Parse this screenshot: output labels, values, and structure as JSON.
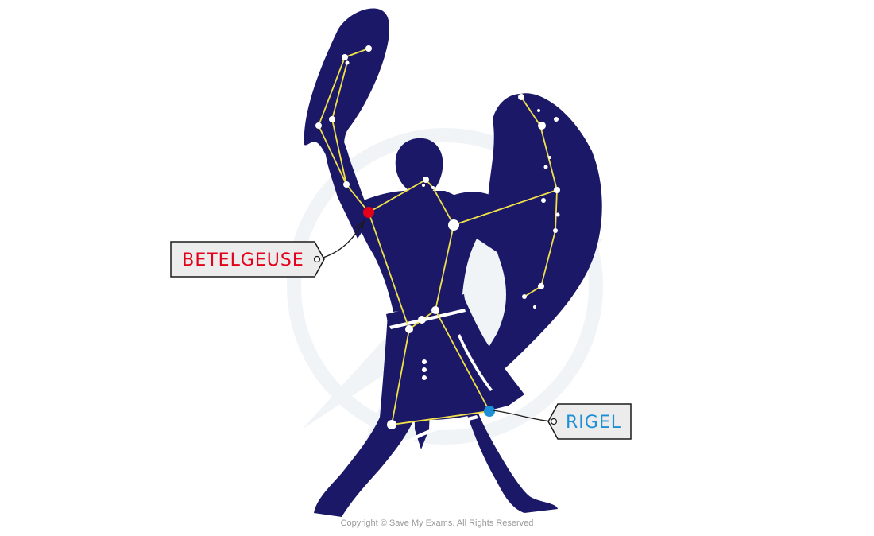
{
  "colors": {
    "silhouette": "#1b1868",
    "constellation_line": "#f0e04a",
    "star": "#ffffff",
    "betelgeuse": "#e3001b",
    "rigel": "#1c8fd6",
    "label_bg": "#ececec",
    "label_border": "#1a1a1a"
  },
  "labels": {
    "betelgeuse": "BETELGEUSE",
    "rigel": "RIGEL"
  },
  "watermark_icon": "save-my-exams-logo-icon",
  "copyright": "Copyright © Save My Exams. All Rights Reserved"
}
